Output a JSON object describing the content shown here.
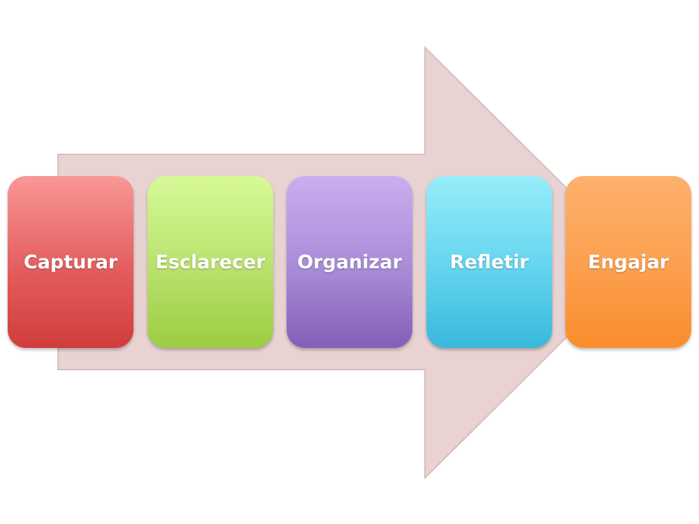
{
  "diagram": {
    "arrow_color": "#e8d2d2",
    "arrow_stroke": "#d9bcbc",
    "steps": [
      {
        "label": "Capturar",
        "color": "#e35d5d"
      },
      {
        "label": "Esclarecer",
        "color": "#b8e06c"
      },
      {
        "label": "Organizar",
        "color": "#a88ad7"
      },
      {
        "label": "Refletir",
        "color": "#63d4ee"
      },
      {
        "label": "Engajar",
        "color": "#fc9f4d"
      }
    ]
  }
}
